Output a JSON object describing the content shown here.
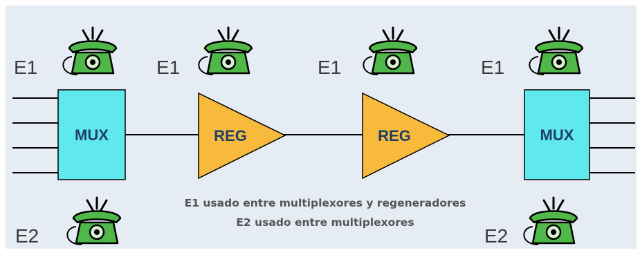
{
  "diagram": {
    "mux_label": "MUX",
    "reg_label": "REG",
    "e1_label": "E1",
    "e2_label": "E2",
    "caption_line1": "E1 usado entre multiplexores y regeneradores",
    "caption_line2": "E2 usado entre multiplexores"
  },
  "colors": {
    "background": "#e6ecf3",
    "mux_fill": "#5fe8ee",
    "reg_fill": "#f7ba3c",
    "phone_fill": "#4fb848",
    "line": "#000000"
  }
}
